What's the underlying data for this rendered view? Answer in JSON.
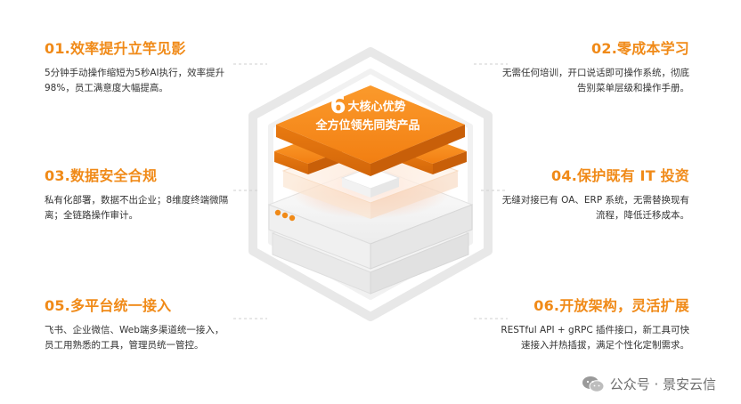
{
  "badge": {
    "number": "6",
    "line1": "大核心优势",
    "line2": "全方位领先同类产品"
  },
  "features": [
    {
      "title": "01.效率提升立竿见影",
      "desc": "5分钟手动操作缩短为5秒AI执行，效率提升98%，员工满意度大幅提高。"
    },
    {
      "title": "02.零成本学习",
      "desc": "无需任何培训，开口说话即可操作系统，彻底告别菜单层级和操作手册。"
    },
    {
      "title": "03.数据安全合规",
      "desc": "私有化部署，数据不出企业；8维度终端微隔离；全链路操作审计。"
    },
    {
      "title": "04.保护既有 IT 投资",
      "desc": "无缝对接已有 OA、ERP 系统，无需替换现有流程，降低迁移成本。"
    },
    {
      "title": "05.多平台统一接入",
      "desc": "飞书、企业微信、Web端多渠道统一接入，员工用熟悉的工具，管理员统一管控。"
    },
    {
      "title": "06.开放架构，灵活扩展",
      "desc": "RESTful API + gRPC 插件接口，新工具可快速接入并热插拔，满足个性化定制需求。"
    }
  ],
  "watermark": {
    "text": "公众号 · 景安云信",
    "icon": "wechat-icon"
  },
  "colors": {
    "accent": "#f08a18",
    "accent_dark": "#d96f0a",
    "text": "#333333",
    "frame": "#e4e4e4"
  }
}
